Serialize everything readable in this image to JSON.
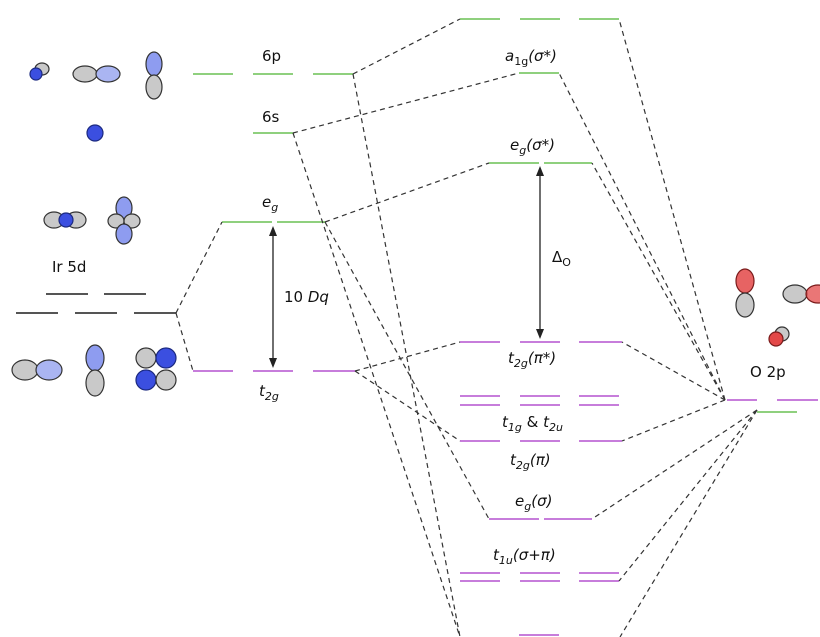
{
  "labels": {
    "ir_6p": "6p",
    "ir_6s": "6s",
    "ir_eg_base": "e",
    "ir_eg_sub": "g",
    "ir5d": "Ir 5d",
    "tendq_num": "10 ",
    "tendq_var": "Dq",
    "ir_t2g_base": "t",
    "ir_t2g_sub": "2g",
    "o2p": "O 2p",
    "mo_a1g_base": "a",
    "mo_a1g_sub": "1g",
    "mo_a1g_paren": "(σ*)",
    "mo_eg_star_base": "e",
    "mo_eg_star_sub": "g",
    "mo_eg_star_paren": "(σ*)",
    "delta": "Δ",
    "delta_sub": "O",
    "mo_t2g_star_base": "t",
    "mo_t2g_star_sub": "2g",
    "mo_t2g_star_paren": "(π*)",
    "mo_t1g_base": "t",
    "mo_t1g_sub": "1g",
    "mo_amp": " & ",
    "mo_t2u_base": "t",
    "mo_t2u_sub": "2u",
    "mo_t2g_base": "t",
    "mo_t2g_sub": "2g",
    "mo_t2g_paren": "(π)",
    "mo_egs_base": "e",
    "mo_egs_sub": "g",
    "mo_egs_paren": "(σ)",
    "mo_t1u_base": "t",
    "mo_t1u_sub": "1u",
    "mo_t1u_paren": "(σ+π)"
  },
  "colors": {
    "level_green": "#8fd07e",
    "level_purple": "#c77ddb",
    "orbital_blue": "#3b4fe0",
    "orbital_red": "#e34848",
    "orbital_gray": "#c9c9c9"
  }
}
